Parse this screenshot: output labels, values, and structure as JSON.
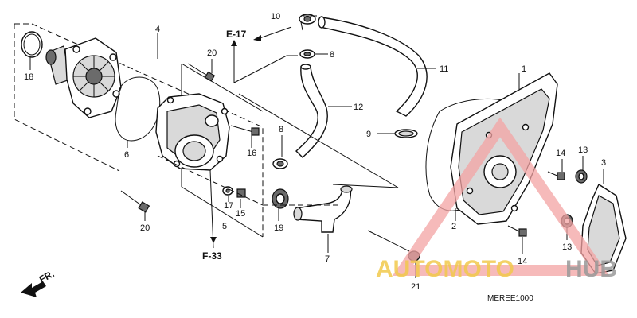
{
  "diagram": {
    "callouts": {
      "p1": "1",
      "p2": "2",
      "p3": "3",
      "p4": "4",
      "p5": "5",
      "p6": "6",
      "p7": "7",
      "p8a": "8",
      "p8b": "8",
      "p9": "9",
      "p10": "10",
      "p11": "11",
      "p12": "12",
      "p13a": "13",
      "p13b": "13",
      "p14a": "14",
      "p14b": "14",
      "p15": "15",
      "p16": "16",
      "p17": "17",
      "p18": "18",
      "p19": "19",
      "p20a": "20",
      "p20b": "20",
      "p21": "21"
    },
    "refs": {
      "e17": "E-17",
      "f33": "F-33",
      "fr": "FR."
    },
    "drawing_code": "MEREE1000"
  },
  "watermark": {
    "part_a": "AUTOMOTO",
    "part_b": "HUB",
    "color_triangle": "#f3a3a3",
    "color_text_a": "#f2c94c",
    "color_text_b": "#9a9a9a"
  }
}
